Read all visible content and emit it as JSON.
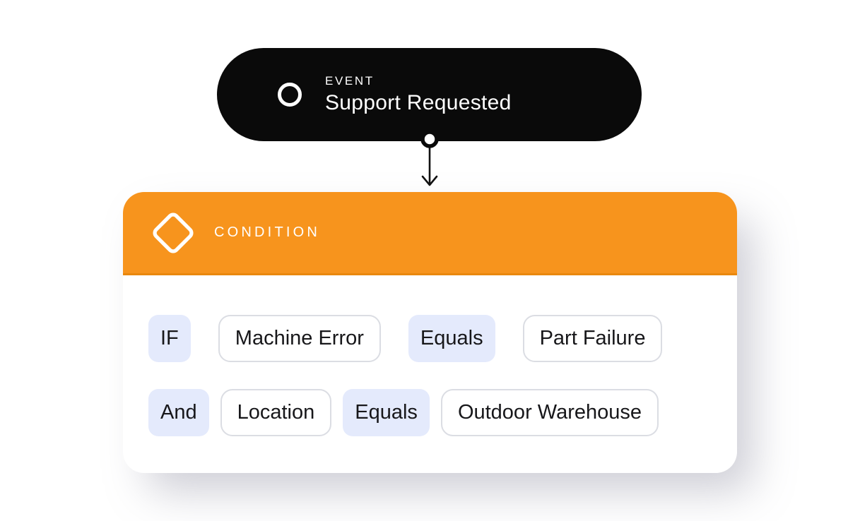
{
  "workflow": {
    "event_node": {
      "type_label": "EVENT",
      "title": "Support Requested"
    },
    "condition_node": {
      "type_label": "CONDITION",
      "rules": [
        {
          "operator": "IF",
          "field": "Machine Error",
          "comparator": "Equals",
          "value": "Part Failure"
        },
        {
          "operator": "And",
          "field": "Location",
          "comparator": "Equals",
          "value": "Outdoor Warehouse"
        }
      ]
    }
  },
  "icons": {
    "event": "circle-icon",
    "condition": "diamond-icon",
    "connector": "arrow-down-icon"
  },
  "colors": {
    "canvas_bg": "#FFFFFF",
    "event_node_bg": "#0A0A0A",
    "condition_header_bg": "#F7941D",
    "condition_header_edge": "#E9880E",
    "chip_operator_bg": "#E4EAFC",
    "chip_value_border": "#DBDDE3",
    "chip_text": "#17171A",
    "text_on_dark": "#FFFFFF"
  }
}
